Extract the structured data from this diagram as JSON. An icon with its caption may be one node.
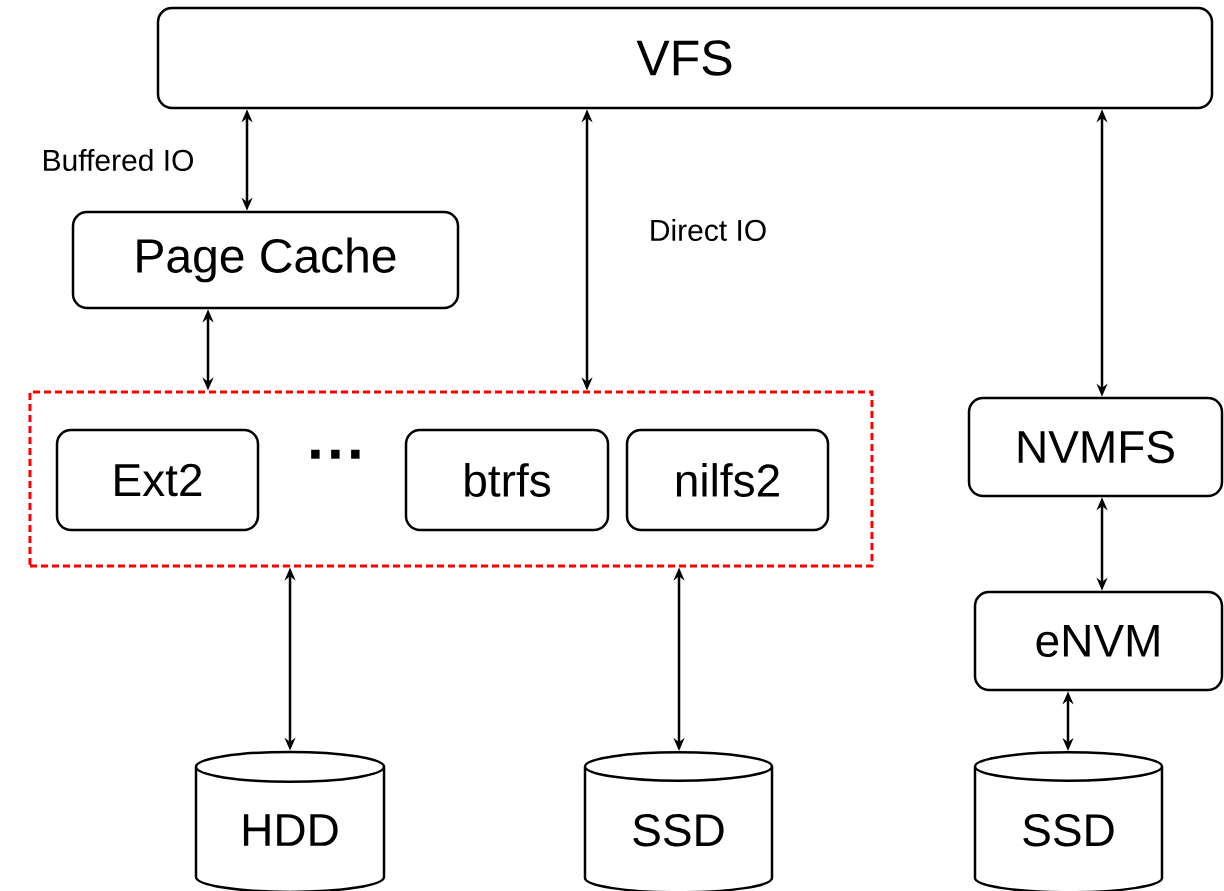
{
  "diagram": {
    "nodes": [
      {
        "text": [
          "VFS"
        ]
      },
      {
        "text": [
          "Page Cache"
        ]
      },
      {
        "text": [],
        "shape": "box"
      },
      {
        "text": [
          "Ext2"
        ],
        "in": 2
      },
      {
        "text": [
          "btrfs"
        ],
        "in": 2
      },
      {
        "text": [
          "nilfs2"
        ],
        "in": 2
      },
      {
        "text": [
          "NVMFS"
        ]
      },
      {
        "text": [
          "eNVM"
        ]
      },
      {
        "text": [
          "HDD"
        ]
      },
      {
        "text": [
          "SSD"
        ]
      },
      {
        "text": [
          "SSD"
        ]
      }
    ],
    "edges": [
      {
        "from": 0,
        "to": 1,
        "arrow": "both",
        "label": "Buffered IO"
      },
      {
        "from": 1,
        "to": 2,
        "arrow": "both"
      },
      {
        "from": 0,
        "to": 2,
        "arrow": "both",
        "label": "Direct IO"
      },
      {
        "from": 0,
        "to": 6,
        "arrow": "both"
      },
      {
        "from": 6,
        "to": 7,
        "arrow": "both"
      },
      {
        "from": 2,
        "to": 8,
        "arrow": "both"
      },
      {
        "from": 2,
        "to": 9,
        "arrow": "both"
      },
      {
        "from": 7,
        "to": 10,
        "arrow": "both"
      }
    ],
    "labels": [
      "···"
    ]
  }
}
